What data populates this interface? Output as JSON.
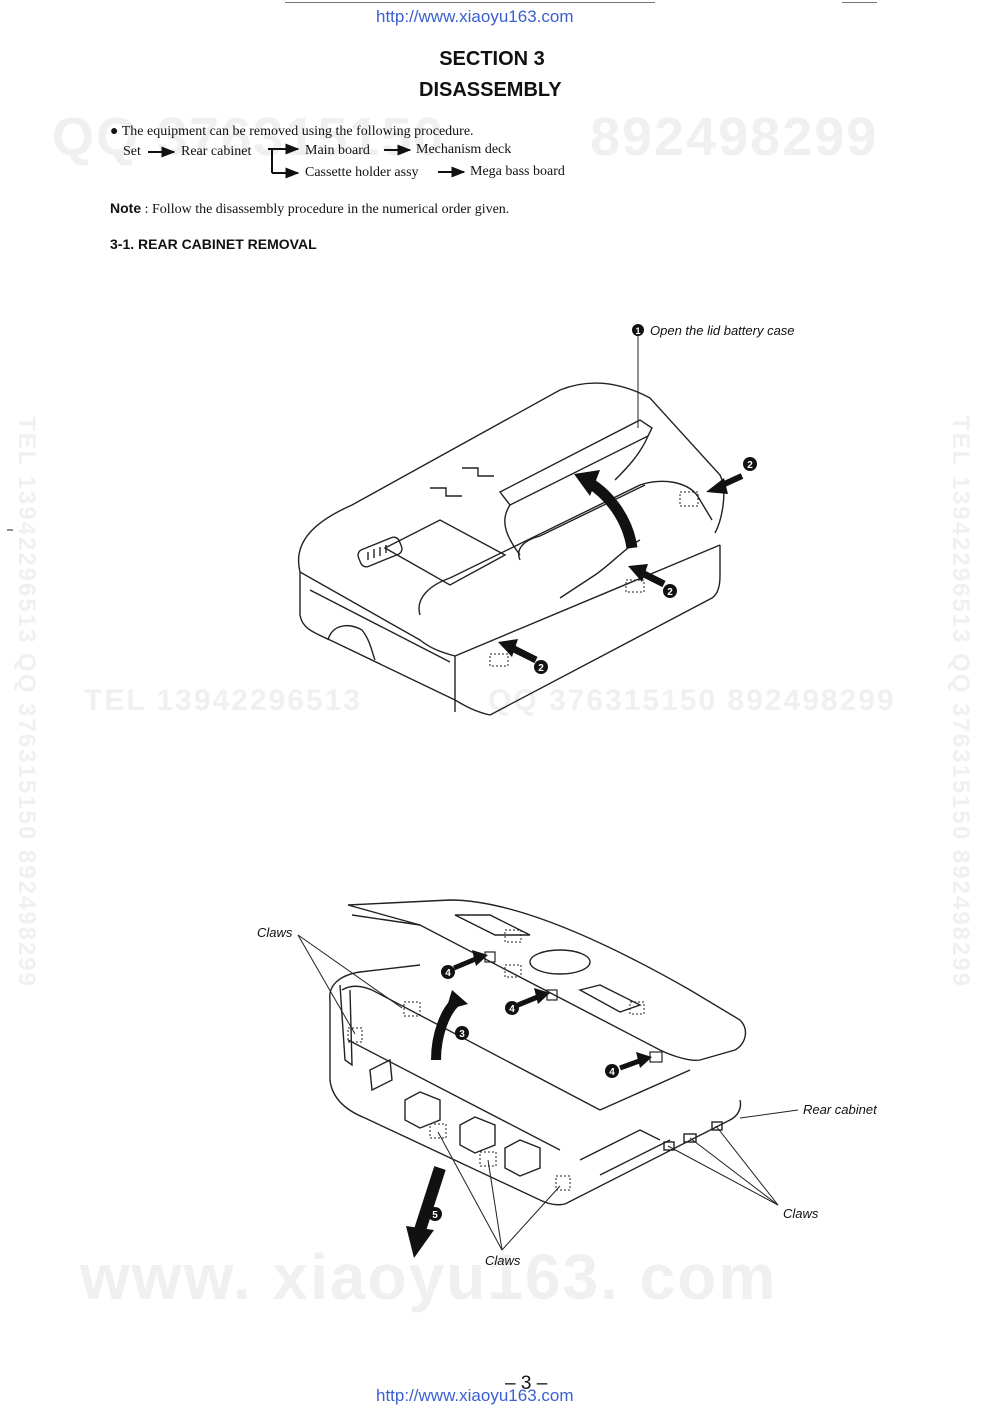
{
  "header": {
    "url_top": "http://www.xiaoyu163.com",
    "section": "SECTION 3",
    "title": "DISASSEMBLY"
  },
  "procedure": {
    "intro": "The equipment can be removed using the following procedure.",
    "flow": {
      "set": "Set",
      "rear_cabinet": "Rear cabinet",
      "main_board": "Main board",
      "mechanism_deck": "Mechanism deck",
      "cassette_holder": "Cassette holder assy",
      "mega_bass": "Mega bass board"
    },
    "note_label": "Note",
    "note_text": ": Follow the disassembly procedure in the numerical order given."
  },
  "subsection": {
    "title": "3-1. REAR CABINET REMOVAL"
  },
  "figure1": {
    "step1_label": "Open the lid battery case",
    "step1_num": "1",
    "step2_num": "2"
  },
  "figure2": {
    "claws_label": "Claws",
    "rear_cabinet_label": "Rear cabinet",
    "step3_num": "3",
    "step4_num": "4",
    "step5_num": "5"
  },
  "watermarks": {
    "qq": "QQ 376315150",
    "num": "892498299",
    "tel_line": "TEL 13942296513",
    "qq_line": "QQ 376315150 892498299",
    "vertical": "TEL 13942296513 QQ 376315150 892498299",
    "site": "www. xiaoyu163. com"
  },
  "footer": {
    "page": "– 3 –",
    "url_bottom": "http://www.xiaoyu163.com"
  }
}
